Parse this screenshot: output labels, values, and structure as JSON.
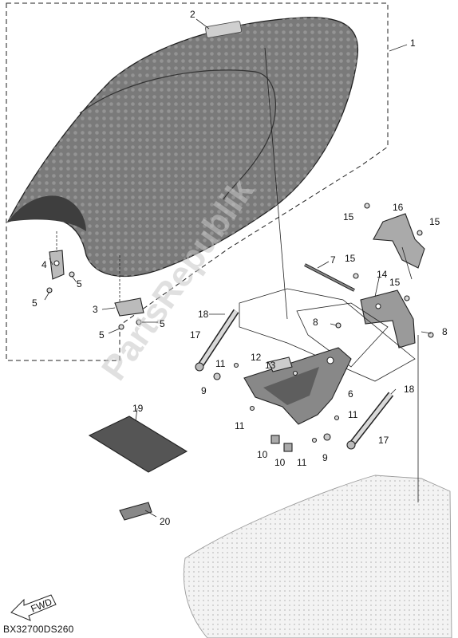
{
  "diagram_code": "BX32700DS260",
  "watermark": "PartsRepublik",
  "fwd_arrow_label": "FWD",
  "callouts": [
    "1",
    "2",
    "3",
    "4",
    "5",
    "5",
    "5",
    "5",
    "6",
    "7",
    "8",
    "8",
    "9",
    "9",
    "10",
    "10",
    "11",
    "11",
    "11",
    "11",
    "12",
    "13",
    "14",
    "15",
    "15",
    "15",
    "15",
    "16",
    "17",
    "17",
    "18",
    "18",
    "19",
    "20"
  ],
  "colors": {
    "seat_fill": "#7a7a7a",
    "seat_dark": "#4a4a4a",
    "frame_fill": "#eeeeee",
    "line": "#222222"
  }
}
